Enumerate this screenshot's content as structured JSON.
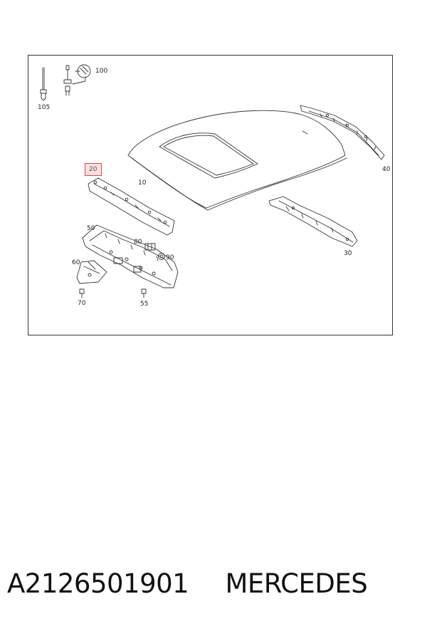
{
  "diagram": {
    "highlighted_part": "20",
    "callouts": {
      "p100": "100",
      "p105": "105",
      "p20": "20",
      "p10": "10",
      "p40": "40",
      "p30": "30",
      "p50": "50",
      "p80": "80",
      "p90": "90",
      "p60": "60",
      "p70": "70",
      "p55": "55"
    },
    "colors": {
      "highlight_border": "#e04848",
      "highlight_fill": "#fbe0e0",
      "line": "#333333"
    }
  },
  "caption": {
    "part_number": "A2126501901",
    "brand": "MERCEDES"
  }
}
